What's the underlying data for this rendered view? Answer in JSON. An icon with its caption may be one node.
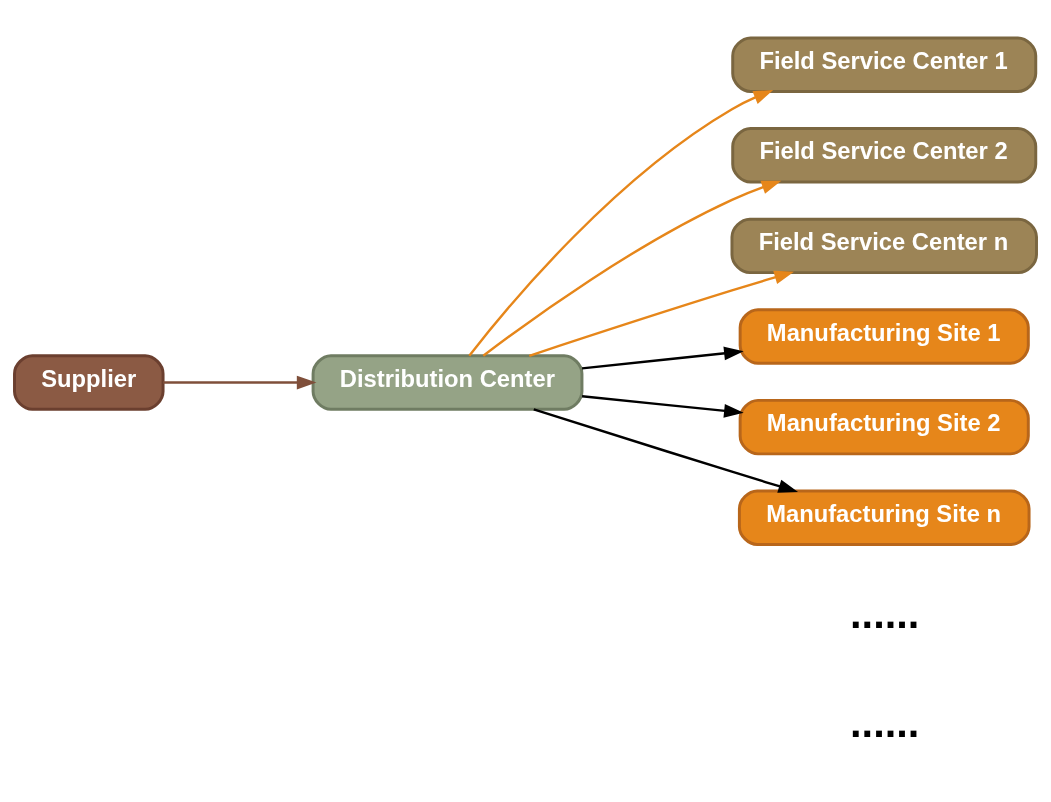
{
  "diagram": {
    "nodes": [
      {
        "text": [
          "Supplier"
        ]
      },
      {
        "text": [
          "Distribution Center"
        ]
      },
      {
        "text": [
          "Field Service Center 1"
        ]
      },
      {
        "text": [
          "Field Service Center 2"
        ]
      },
      {
        "text": [
          "Field Service Center n"
        ]
      },
      {
        "text": [
          "Manufacturing Site 1"
        ]
      },
      {
        "text": [
          "Manufacturing Site 2"
        ]
      },
      {
        "text": [
          "Manufacturing Site n"
        ]
      }
    ],
    "edges": [
      {
        "from": 0,
        "to": 1,
        "arrow": "to",
        "color": "#7f4f3a"
      },
      {
        "from": 1,
        "to": 2,
        "arrow": "to",
        "color": "#e6861a"
      },
      {
        "from": 1,
        "to": 3,
        "arrow": "to",
        "color": "#e6861a"
      },
      {
        "from": 1,
        "to": 4,
        "arrow": "to",
        "color": "#e6861a"
      },
      {
        "from": 1,
        "to": 5,
        "arrow": "to",
        "color": "#000000"
      },
      {
        "from": 1,
        "to": 6,
        "arrow": "to",
        "color": "#000000"
      },
      {
        "from": 1,
        "to": 7,
        "arrow": "to",
        "color": "#000000"
      }
    ],
    "labels": [
      "......",
      "......"
    ]
  }
}
